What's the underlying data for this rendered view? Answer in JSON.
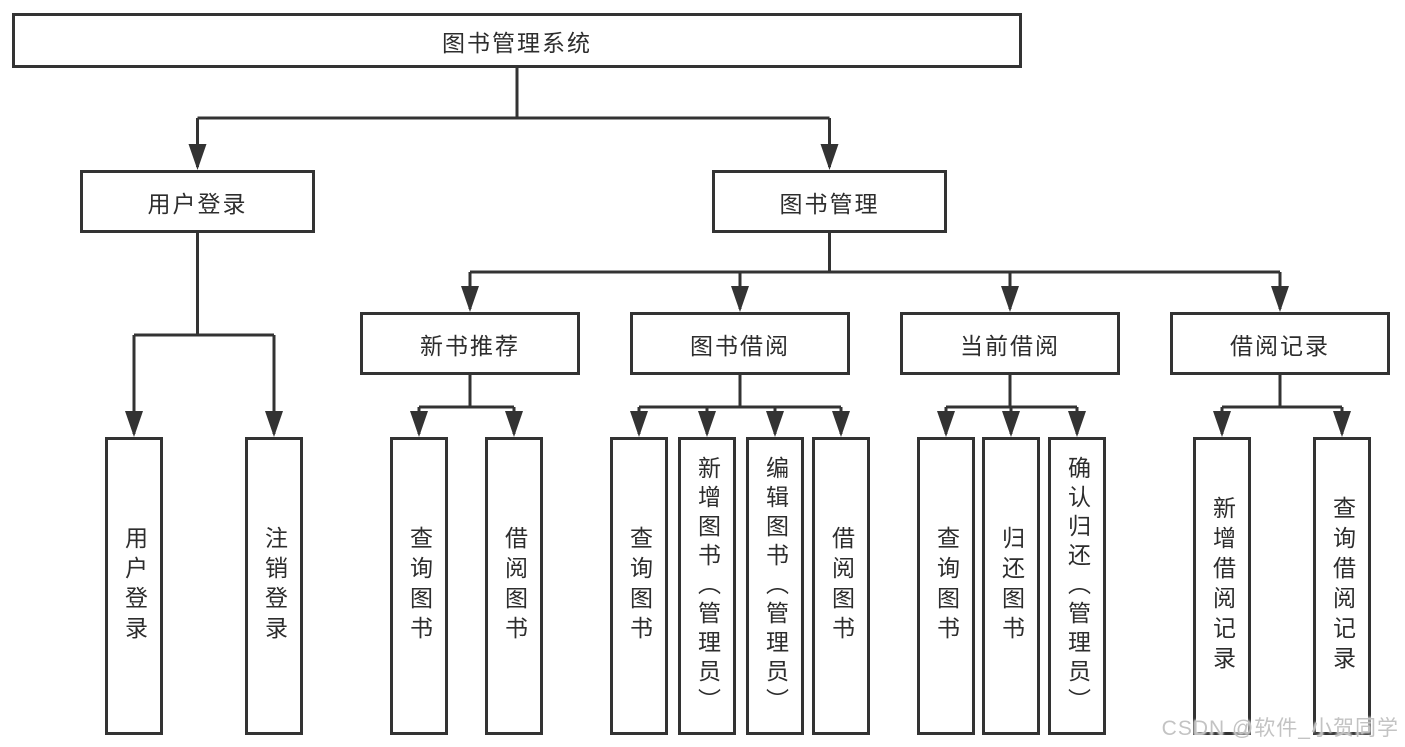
{
  "diagram": {
    "type": "tree",
    "title": "图书管理系统",
    "root": {
      "label": "图书管理系统"
    },
    "branches": [
      {
        "label": "用户登录",
        "children": [
          {
            "label": "用户登录"
          },
          {
            "label": "注销登录"
          }
        ]
      },
      {
        "label": "图书管理",
        "children": [
          {
            "label": "新书推荐",
            "children": [
              {
                "label": "查询图书"
              },
              {
                "label": "借阅图书"
              }
            ]
          },
          {
            "label": "图书借阅",
            "children": [
              {
                "label": "查询图书"
              },
              {
                "label": "新增图书（管理员）"
              },
              {
                "label": "编辑图书（管理员）"
              },
              {
                "label": "借阅图书"
              }
            ]
          },
          {
            "label": "当前借阅",
            "children": [
              {
                "label": "查询图书"
              },
              {
                "label": "归还图书"
              },
              {
                "label": "确认归还（管理员）"
              }
            ]
          },
          {
            "label": "借阅记录",
            "children": [
              {
                "label": "新增借阅记录"
              },
              {
                "label": "查询借阅记录"
              }
            ]
          }
        ]
      }
    ],
    "colors": {
      "line": "#333333",
      "box_border": "#333333",
      "box_fill": "#ffffff",
      "text": "#2d2d2d",
      "watermark": "#c0c0c0"
    },
    "watermark": "CSDN @软件_小贺同学"
  }
}
